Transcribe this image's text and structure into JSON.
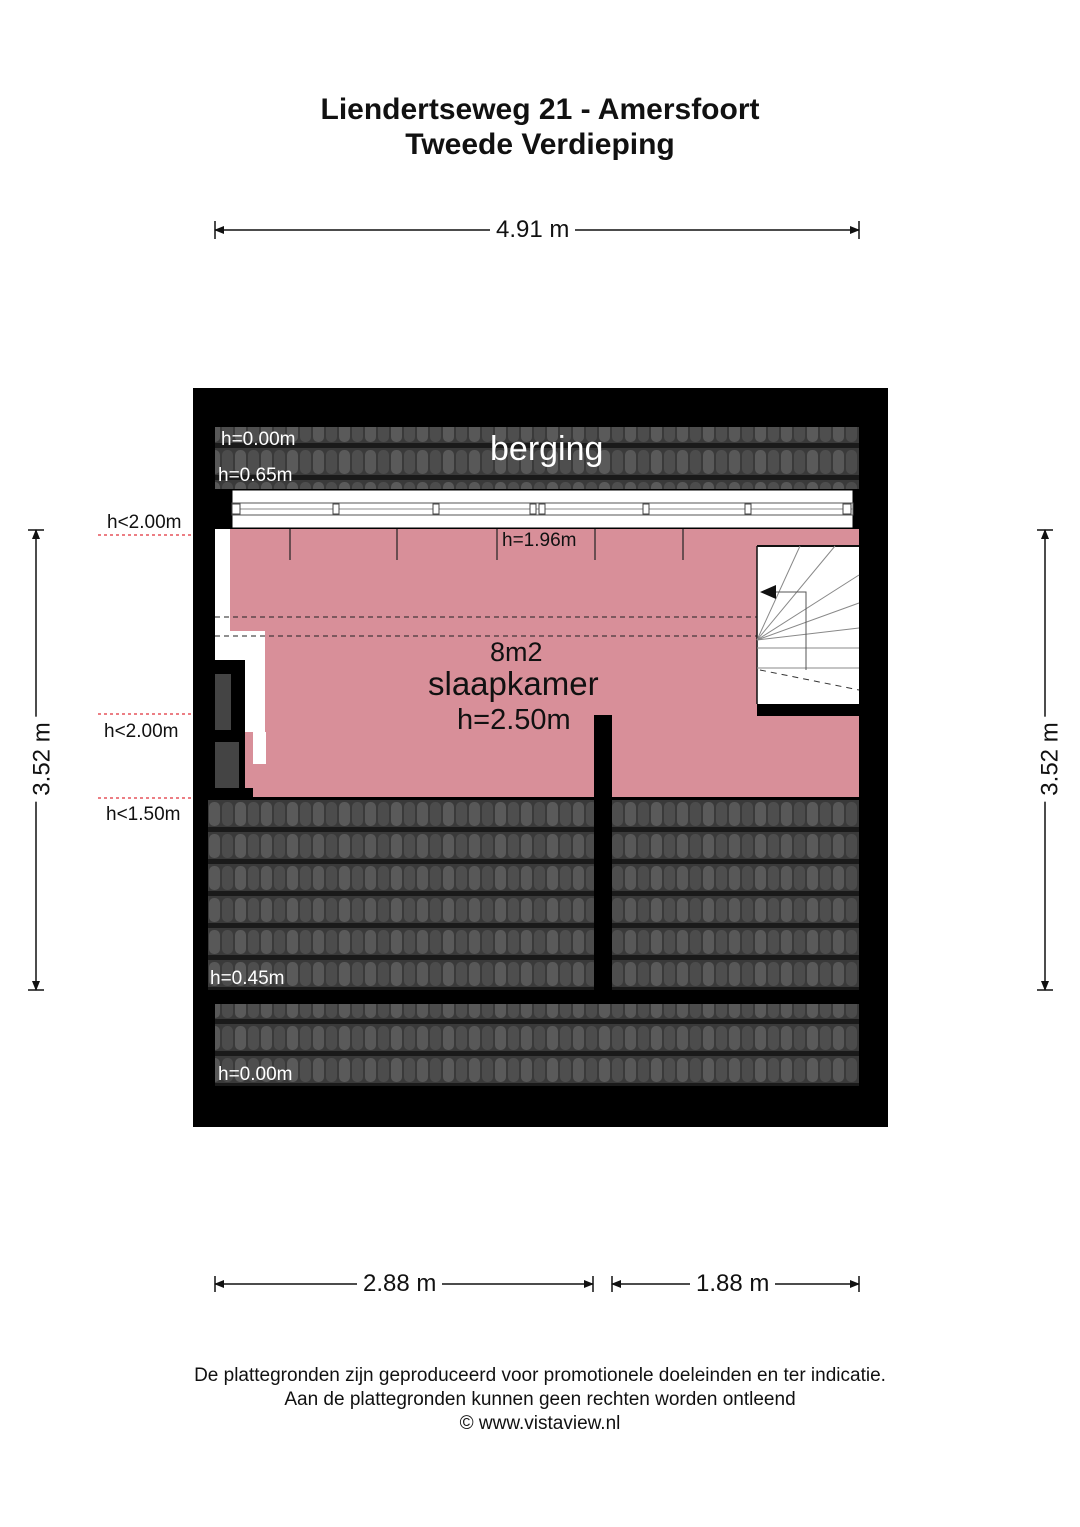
{
  "title": {
    "line1": "Liendertseweg 21 - Amersfoort",
    "line2": "Tweede Verdieping"
  },
  "dimensions": {
    "top_width": "4.91 m",
    "left_height": "3.52 m",
    "right_height": "3.52 m",
    "bottom_left": "2.88 m",
    "bottom_right": "1.88 m"
  },
  "rooms": {
    "berging": {
      "name": "berging"
    },
    "slaapkamer": {
      "area": "8m2",
      "name": "slaapkamer",
      "height": "h=2.50m"
    }
  },
  "height_markers": {
    "h_000_top": "h=0.00m",
    "h_065": "h=0.65m",
    "h_196": "h=1.96m",
    "h_lt200_a": "h<2.00m",
    "h_lt200_b": "h<2.00m",
    "h_lt150": "h<1.50m",
    "h_045": "h=0.45m",
    "h_000_bottom": "h=0.00m"
  },
  "footer": {
    "line1": "De plattegronden zijn geproduceerd voor promotionele doeleinden en ter indicatie.",
    "line2": "Aan de plattegronden kunnen geen rechten worden ontleend",
    "line3": "© www.vistaview.nl"
  },
  "colors": {
    "room_fill": "#d88f99",
    "wall": "#000000",
    "roof_tile": "#3e3e3e",
    "marker_line": "#e0303a"
  }
}
